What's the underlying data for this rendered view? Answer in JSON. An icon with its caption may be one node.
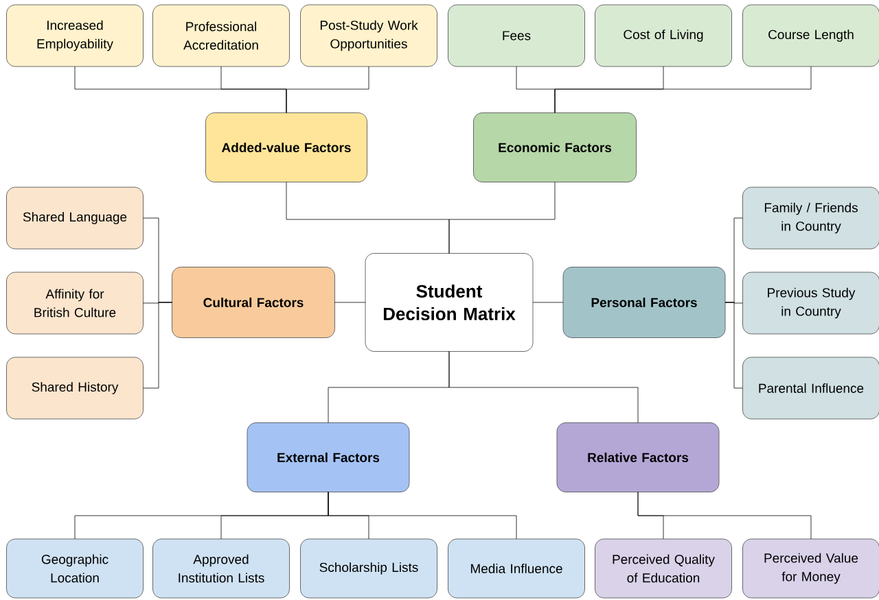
{
  "diagram": {
    "nodes": [
      {
        "text": [
          "Student Decision Matrix"
        ]
      },
      {
        "text": [
          "Added-value Factors"
        ]
      },
      {
        "text": [
          "Economic Factors"
        ]
      },
      {
        "text": [
          "Cultural Factors"
        ]
      },
      {
        "text": [
          "Personal Factors"
        ]
      },
      {
        "text": [
          "External Factors"
        ]
      },
      {
        "text": [
          "Relative Factors"
        ]
      },
      {
        "text": [
          "Increased Employability"
        ]
      },
      {
        "text": [
          "Professional Accreditation"
        ]
      },
      {
        "text": [
          "Post-Study Work Opportunities"
        ]
      },
      {
        "text": [
          "Fees"
        ]
      },
      {
        "text": [
          "Cost of Living"
        ]
      },
      {
        "text": [
          "Course Length"
        ]
      },
      {
        "text": [
          "Shared Language"
        ]
      },
      {
        "text": [
          "Affinity for British Culture"
        ]
      },
      {
        "text": [
          "Shared History"
        ]
      },
      {
        "text": [
          "Family / Friends in Country"
        ]
      },
      {
        "text": [
          "Previous Study in Country"
        ]
      },
      {
        "text": [
          "Parental Influence"
        ]
      },
      {
        "text": [
          "Geographic Location"
        ]
      },
      {
        "text": [
          "Approved Institution Lists"
        ]
      },
      {
        "text": [
          "Scholarship Lists"
        ]
      },
      {
        "text": [
          "Media Influence"
        ]
      },
      {
        "text": [
          "Perceived Quality of Education"
        ]
      },
      {
        "text": [
          "Perceived Value for Money"
        ]
      }
    ],
    "edges": [
      {
        "from": 0,
        "to": 1,
        "arrow": "none"
      },
      {
        "from": 0,
        "to": 2,
        "arrow": "none"
      },
      {
        "from": 0,
        "to": 3,
        "arrow": "none"
      },
      {
        "from": 0,
        "to": 4,
        "arrow": "none"
      },
      {
        "from": 0,
        "to": 5,
        "arrow": "none"
      },
      {
        "from": 0,
        "to": 6,
        "arrow": "none"
      },
      {
        "from": 1,
        "to": 7,
        "arrow": "none"
      },
      {
        "from": 1,
        "to": 8,
        "arrow": "none"
      },
      {
        "from": 1,
        "to": 9,
        "arrow": "none"
      },
      {
        "from": 2,
        "to": 10,
        "arrow": "none"
      },
      {
        "from": 2,
        "to": 11,
        "arrow": "none"
      },
      {
        "from": 2,
        "to": 12,
        "arrow": "none"
      },
      {
        "from": 3,
        "to": 13,
        "arrow": "none"
      },
      {
        "from": 3,
        "to": 14,
        "arrow": "none"
      },
      {
        "from": 3,
        "to": 15,
        "arrow": "none"
      },
      {
        "from": 4,
        "to": 16,
        "arrow": "none"
      },
      {
        "from": 4,
        "to": 17,
        "arrow": "none"
      },
      {
        "from": 4,
        "to": 18,
        "arrow": "none"
      },
      {
        "from": 5,
        "to": 19,
        "arrow": "none"
      },
      {
        "from": 5,
        "to": 20,
        "arrow": "none"
      },
      {
        "from": 5,
        "to": 21,
        "arrow": "none"
      },
      {
        "from": 5,
        "to": 22,
        "arrow": "none"
      },
      {
        "from": 6,
        "to": 23,
        "arrow": "none"
      },
      {
        "from": 6,
        "to": 24,
        "arrow": "none"
      }
    ]
  }
}
